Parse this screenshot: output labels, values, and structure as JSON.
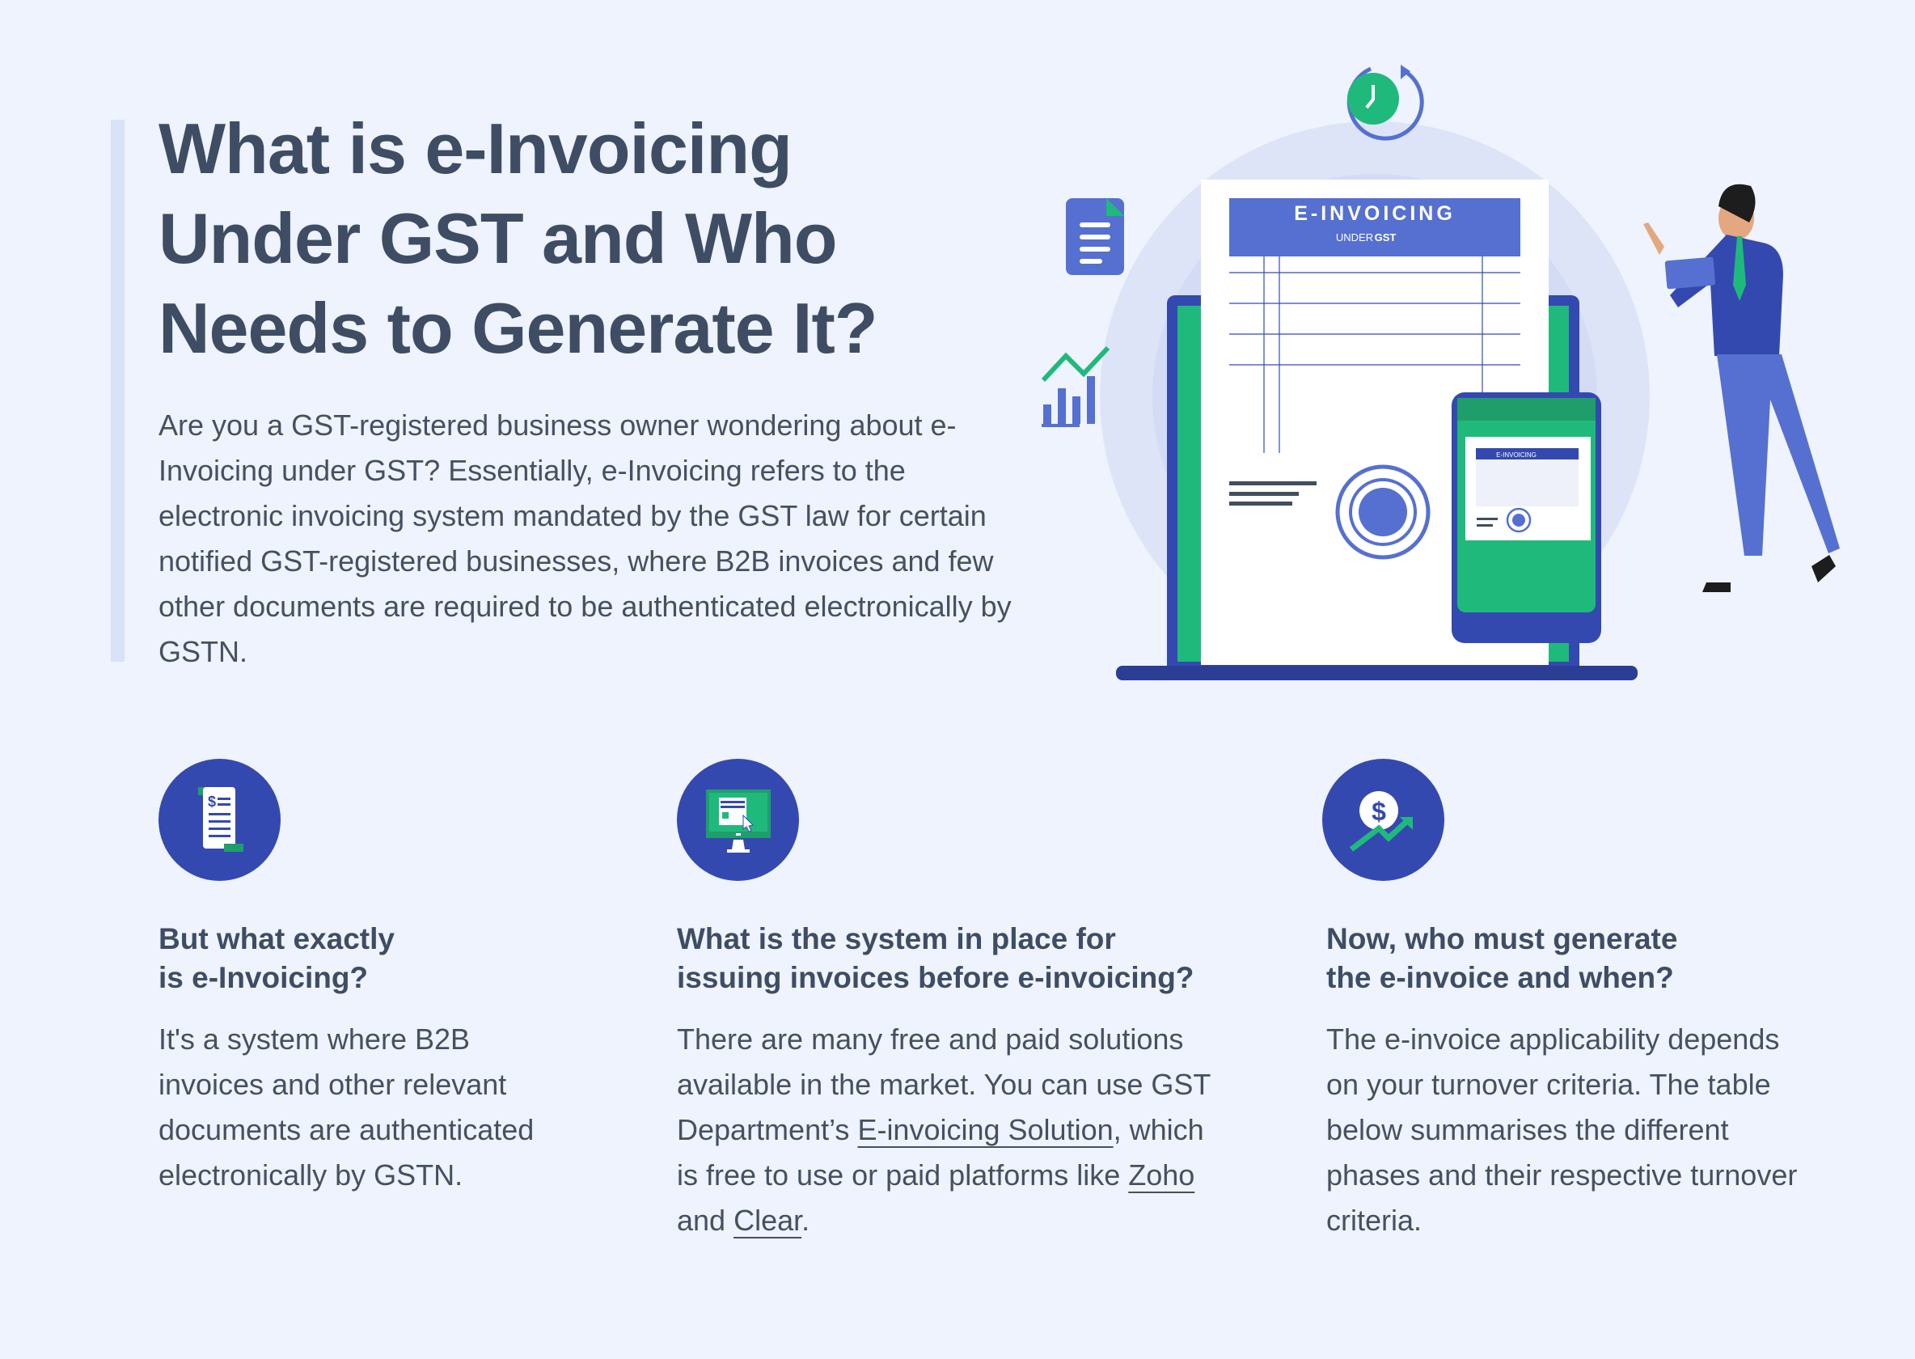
{
  "hero": {
    "title_lines": [
      "What is e-Invoicing",
      "Under GST and Who",
      "Needs to Generate It?"
    ],
    "intro": "Are you a GST-registered business owner wondering about e-Invoicing under GST? Essentially, e-Invoicing refers to the electronic invoicing system mandated by the GST law for certain notified GST-registered businesses, where B2B invoices and few other documents are required to be authenticated electronically by GSTN."
  },
  "illustration": {
    "doc_heading": "E-INVOICING",
    "doc_sub_under": "UNDER",
    "doc_sub_gst": "GST",
    "phone_heading": "E-INVOICING"
  },
  "columns": [
    {
      "icon": "receipt-icon",
      "heading_lines": [
        "But what exactly",
        "is e-Invoicing?"
      ],
      "body": "It's a system where B2B invoices and other relevant documents are authenticated electronically by GSTN."
    },
    {
      "icon": "computer-click-icon",
      "heading_lines": [
        "What is the system in place for",
        "issuing invoices before e-invoicing?"
      ],
      "body_parts": {
        "p1": "There are many free and paid solutions available in the market. You can use GST Department’s ",
        "link1": "E-invoicing Solution",
        "p2": ", which is free to use or paid platforms like ",
        "link2": "Zoho",
        "p3": " and ",
        "link3": "Clear",
        "p4": "."
      }
    },
    {
      "icon": "dollar-growth-icon",
      "heading_lines": [
        "Now, who must generate",
        "the e-invoice and when?"
      ],
      "body": "The e-invoice applicability depends on your turnover criteria. The table below summarises the different phases and their respective turnover criteria."
    }
  ],
  "colors": {
    "background": "#eef3fd",
    "primary_blue": "#3449b0",
    "accent_green": "#20b97c",
    "text": "#3e4d63"
  }
}
